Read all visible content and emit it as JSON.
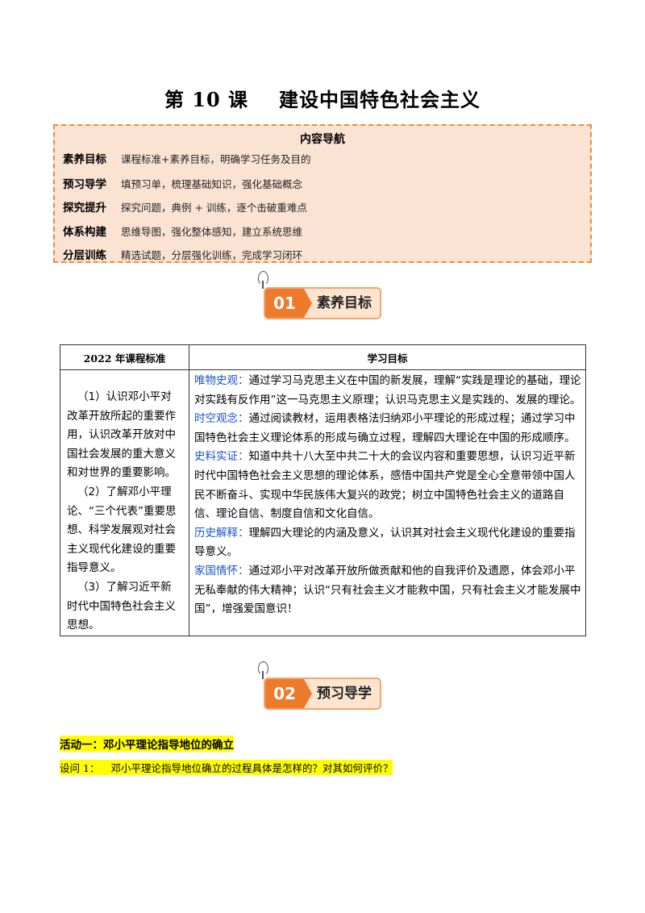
{
  "lesson": {
    "number": "第 10 课",
    "title": "建设中国特色社会主义"
  },
  "nav": {
    "heading": "内容导航",
    "rows": [
      {
        "key": "素养目标",
        "value": "课程标准+素养目标，明确学习任务及目的"
      },
      {
        "key": "预习导学",
        "value": "填预习单，梳理基础知识，强化基础概念"
      },
      {
        "key": "探究提升",
        "value": "探究问题，典例 + 训练，逐个击破重难点"
      },
      {
        "key": "体系构建",
        "value": "思维导图，强化整体感知，建立系统思维"
      },
      {
        "key": "分层训练",
        "value": "精选试题，分层强化训练，完成学习闭环"
      }
    ]
  },
  "section1": {
    "number": "01",
    "label": "素养目标"
  },
  "section2": {
    "number": "02",
    "label": "预习导学"
  },
  "table": {
    "col1_header": "2022 年课程标准",
    "col2_header": "学习目标",
    "standards": [
      "（1）认识邓小平对改革开放所起的重要作用，认识改革开放对中国社会发展的重大意义和对世界的重要影响。",
      "（2）了解邓小平理论、“三个代表”重要思想、科学发展观对社会主义现代化建设的重要指导意义。",
      "（3）了解习近平新时代中国特色社会主义思想。"
    ],
    "objectives": [
      {
        "tag": "唯物史观：",
        "text": "通过学习马克思主义在中国的新发展，理解“实践是理论的基础，理论对实践有反作用”这一马克思主义原理；认识马克思主义是实践的、发展的理论。"
      },
      {
        "tag": "时空观念：",
        "text": "通过阅读教材，运用表格法归纳邓小平理论的形成过程；通过学习中国特色社会主义理论体系的形成与确立过程，理解四大理论在中国的形成顺序。"
      },
      {
        "tag": "史料实证：",
        "text": "知道中共十八大至中共二十大的会议内容和重要思想，认识习近平新时代中国特色社会主义思想的理论体系，感悟中国共产党是全心全意带领中国人民不断奋斗、实现中华民族伟大复兴的政党；树立中国特色社会主义的道路自信、理论自信、制度自信和文化自信。"
      },
      {
        "tag": "历史解释：",
        "text": "理解四大理论的内涵及意义，认识其对社会主义现代化建设的重要指导意义。"
      },
      {
        "tag": "家国情怀：",
        "text": "通过邓小平对改革开放所做贡献和他的自我评价及遗愿，体会邓小平无私奉献的伟大精神；认识“只有社会主义才能救中国，只有社会主义才能发展中国”，增强爱国意识！"
      }
    ]
  },
  "activity": {
    "title": "活动一：邓小平理论指导地位的确立"
  },
  "question": {
    "number": "设问 1：",
    "text": "邓小平理论指导地位确立的过程具体是怎样的？对其如何评价？"
  }
}
